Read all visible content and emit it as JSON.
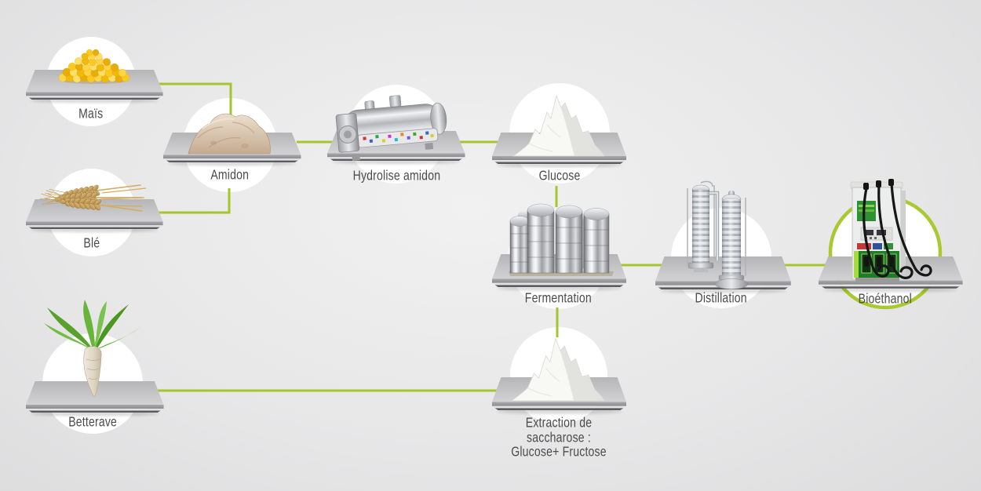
{
  "diagram": {
    "description": "Bioethanol production process flow",
    "colors": {
      "accent_green": "#a5c52d",
      "ring_green": "#a8ca30",
      "label_gray": "#4b4b4b",
      "platform_gray": "#c6c6c8"
    },
    "nodes": {
      "mais": {
        "label": "Maïs",
        "illustration": "corn-kernels"
      },
      "ble": {
        "label": "Blé",
        "illustration": "wheat-ears"
      },
      "betterave": {
        "label": "Betterave",
        "illustration": "sugar-beet"
      },
      "amidon": {
        "label": "Amidon",
        "illustration": "starch-lump"
      },
      "hydrolise": {
        "label": "Hydrolise amidon",
        "illustration": "hydrolysis-machine"
      },
      "glucose": {
        "label": "Glucose",
        "illustration": "white-powder-pile"
      },
      "fermentation": {
        "label": "Fermentation",
        "illustration": "steel-tanks"
      },
      "extraction": {
        "line1": "Extraction de",
        "line2": "saccharose :",
        "line3": "Glucose+ Fructose",
        "illustration": "white-powder-pile"
      },
      "distillation": {
        "label": "Distillation",
        "illustration": "distillation-columns"
      },
      "bioethanol": {
        "label": "Bioéthanol",
        "illustration": "fuel-pump",
        "highlighted": "green-ring"
      }
    },
    "edges": [
      {
        "from": "mais",
        "to": "amidon"
      },
      {
        "from": "ble",
        "to": "amidon"
      },
      {
        "from": "amidon",
        "to": "hydrolise"
      },
      {
        "from": "hydrolise",
        "to": "glucose"
      },
      {
        "from": "glucose",
        "to": "fermentation"
      },
      {
        "from": "betterave",
        "to": "extraction"
      },
      {
        "from": "extraction",
        "to": "fermentation"
      },
      {
        "from": "fermentation",
        "to": "distillation"
      },
      {
        "from": "distillation",
        "to": "bioethanol"
      }
    ]
  }
}
